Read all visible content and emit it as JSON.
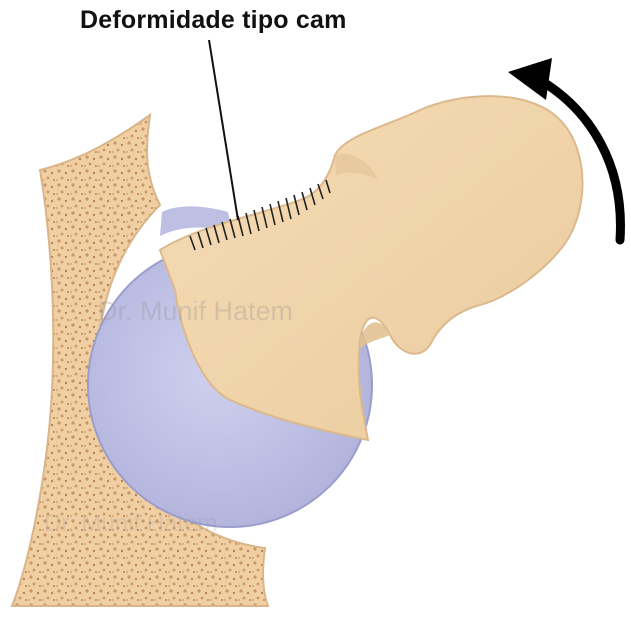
{
  "annotation": {
    "label": "Deformidade tipo cam"
  },
  "watermarks": [
    "Dr. Munif Hatem",
    "Dr. Munif Hatem"
  ],
  "colors": {
    "bone": "#f2d6ae",
    "bone_shadow": "#e3bf92",
    "marrow_dots": "#c99667",
    "cartilage": "#c4c5e8",
    "cartilage_shadow": "#a9abd6",
    "arrow": "#000000",
    "leader_line": "#111111"
  },
  "icons": {
    "rotation": "curved-arrow-icon"
  }
}
